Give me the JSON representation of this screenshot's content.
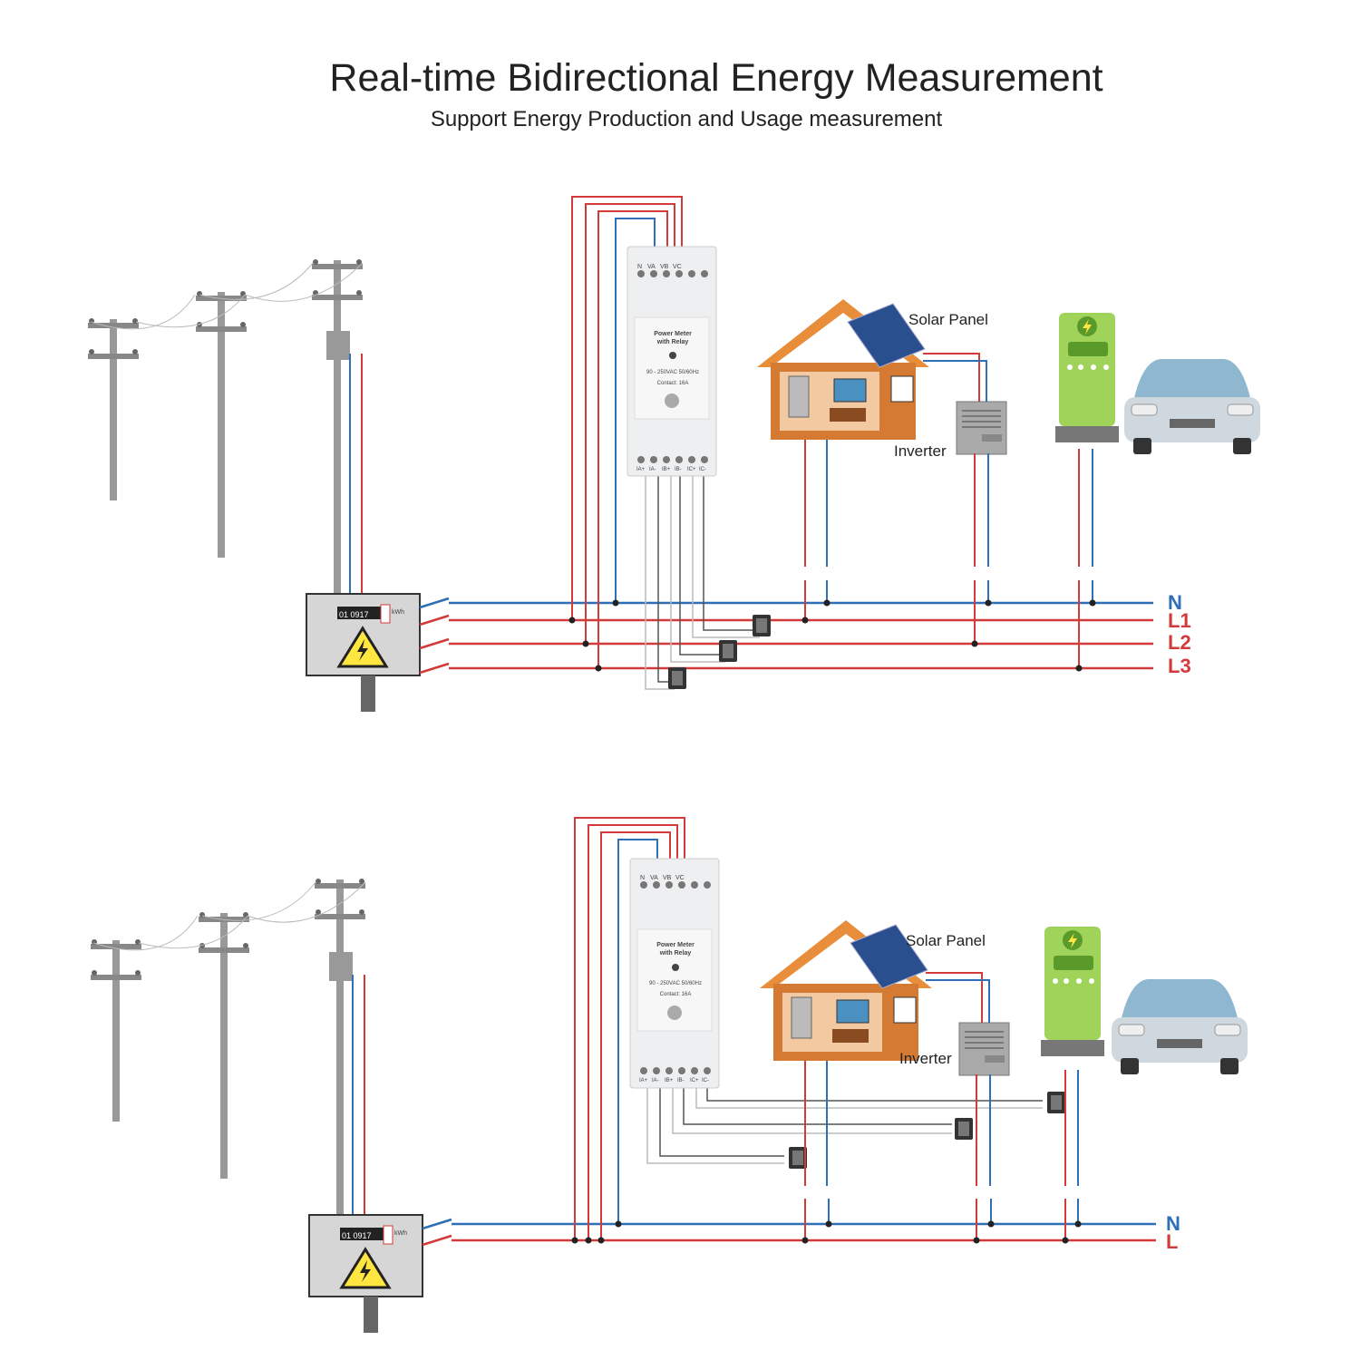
{
  "title": "Real-time Bidirectional Energy Measurement",
  "subtitle": "Support Energy Production and Usage measurement",
  "colors": {
    "live": "#d43a3a",
    "neutral": "#2f6fb5",
    "ct_wire": "#555555"
  },
  "device": {
    "top_terminals": [
      "N",
      "VA",
      "VB",
      "VC"
    ],
    "name_line1": "Power Meter",
    "name_line2": "with Relay",
    "rating": "90 - 250VAC 50/60Hz",
    "contact": "Contact: 16A",
    "bottom_terminals": [
      "IA+",
      "IA-",
      "IB+",
      "IB-",
      "IC+",
      "IC-"
    ]
  },
  "utility_meter": {
    "reading": "01 0917",
    "unit": "kWh"
  },
  "labels": {
    "solar_panel": "Solar Panel",
    "inverter": "Inverter"
  },
  "diagram_three_phase": {
    "lines": [
      "N",
      "L1",
      "L2",
      "L3"
    ]
  },
  "diagram_single_phase": {
    "lines": [
      "N",
      "L"
    ]
  }
}
